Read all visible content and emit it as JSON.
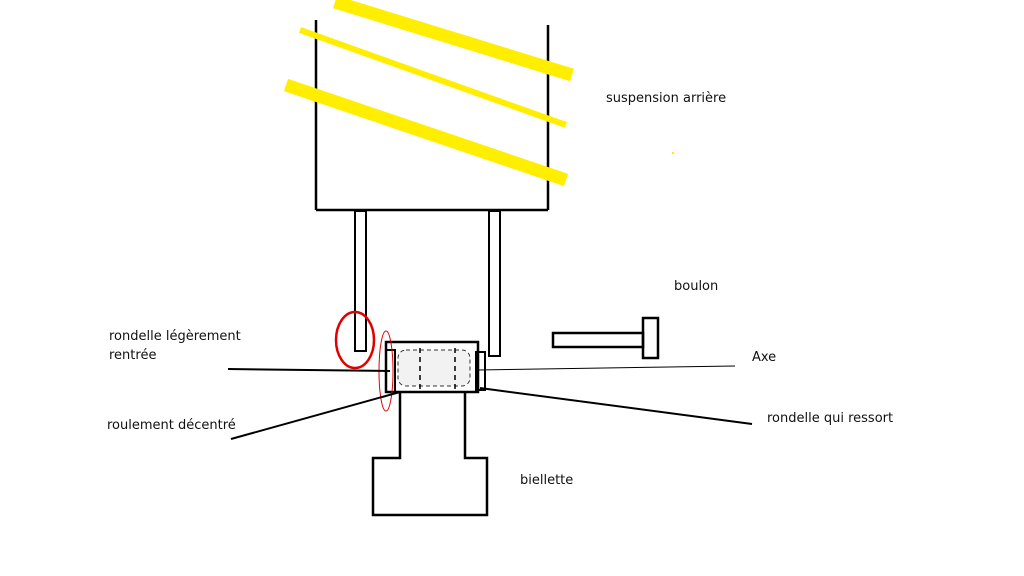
{
  "labels": {
    "suspension": "suspension arrière",
    "boulon": "boulon",
    "rondelle_line1": "rondelle légèrement",
    "rondelle_line2": "rentrée",
    "axe": "Axe",
    "roulement": "roulement décentré",
    "rondelle_ressort": "rondelle qui ressort",
    "biellette": "biellette"
  },
  "colors": {
    "spring": "#ffee00",
    "line": "#000000",
    "highlight": "#e00000",
    "bearing_shade": "#f2f2f2"
  }
}
